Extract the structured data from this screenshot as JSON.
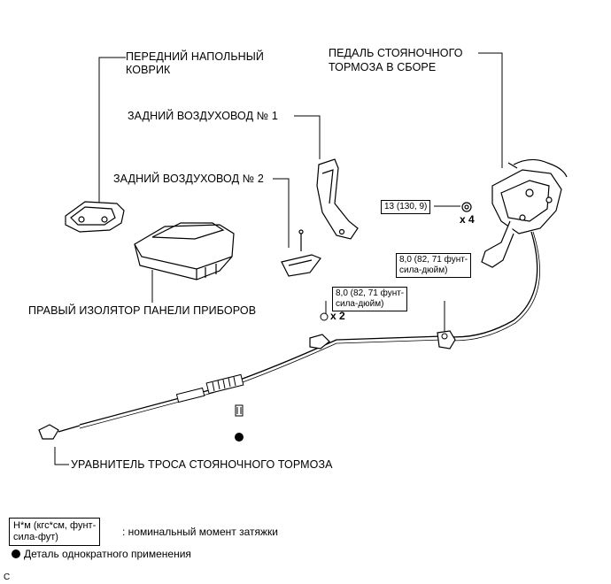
{
  "labels": {
    "front_floor_mat_line1": "ПЕРЕДНИЙ НАПОЛЬНЫЙ",
    "front_floor_mat_line2": "КОВРИК",
    "parking_brake_pedal_line1": "ПЕДАЛЬ СТОЯНОЧНОГО",
    "parking_brake_pedal_line2": "ТОРМОЗА В СБОРЕ",
    "rear_duct_1": "ЗАДНИЙ ВОЗДУХОВОД № 1",
    "rear_duct_2": "ЗАДНИЙ ВОЗДУХОВОД № 2",
    "right_instrument_insulator": "ПРАВЫЙ ИЗОЛЯТОР ПАНЕЛИ ПРИБОРОВ",
    "cable_equalizer": "УРАВНИТЕЛЬ ТРОСА СТОЯНОЧНОГО ТОРМОЗА"
  },
  "torque_specs": {
    "pedal_bolts": "13 (130, 9)",
    "cable_bolt_right_line1": "8,0 (82, 71 фунт-",
    "cable_bolt_right_line2": "сила-дюйм)",
    "cable_bolt_left_line1": "8,0 (82, 71 фунт-",
    "cable_bolt_left_line2": "сила-дюйм)"
  },
  "quantities": {
    "pedal_bolts_qty": "x 4",
    "cable_bolt_left_qty": "x 2"
  },
  "legend": {
    "torque_unit_line1": "Н*м (кгс*см, фунт-",
    "torque_unit_line2": "сила-фут)",
    "torque_desc": ": номинальный момент затяжки",
    "single_use": "Деталь однократного применения"
  },
  "figure_code": "C"
}
